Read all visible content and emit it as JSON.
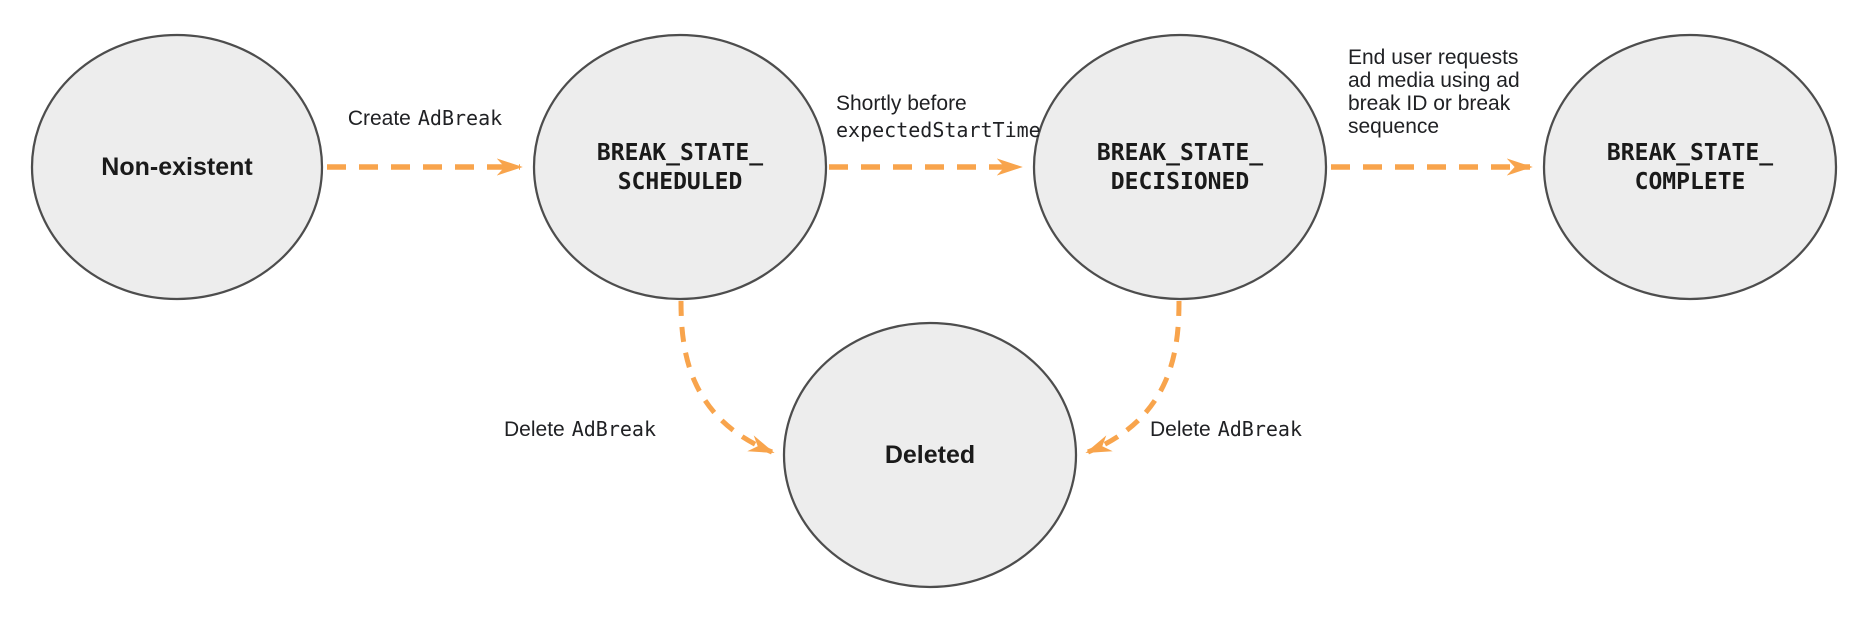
{
  "diagram": {
    "type": "state-diagram",
    "title": "Ad break lifecycle state diagram",
    "accent_color": "#F8A44C",
    "node_fill": "#EDEDED",
    "node_stroke": "#4D4D4D",
    "label_color": "#202124",
    "nodes": {
      "non_existent": {
        "label": "Non-existent"
      },
      "scheduled": {
        "line1": "BREAK_STATE_",
        "line2": "SCHEDULED"
      },
      "decisioned": {
        "line1": "BREAK_STATE_",
        "line2": "DECISIONED"
      },
      "complete": {
        "line1": "BREAK_STATE_",
        "line2": "COMPLETE"
      },
      "deleted": {
        "label": "Deleted"
      }
    },
    "transitions": {
      "create": {
        "from": "non_existent",
        "to": "scheduled",
        "plain": "Create",
        "code": "AdBreak"
      },
      "shortly_before": {
        "from": "scheduled",
        "to": "decisioned",
        "line1_plain": "Shortly before",
        "line2_code": "expectedStartTime"
      },
      "end_user": {
        "from": "decisioned",
        "to": "complete",
        "lines": [
          "End user requests",
          "ad media using ad",
          "break ID or break",
          "sequence"
        ]
      },
      "delete_from_scheduled": {
        "from": "scheduled",
        "to": "deleted",
        "plain": "Delete",
        "code": "AdBreak"
      },
      "delete_from_decisioned": {
        "from": "decisioned",
        "to": "deleted",
        "plain": "Delete",
        "code": "AdBreak"
      }
    }
  }
}
